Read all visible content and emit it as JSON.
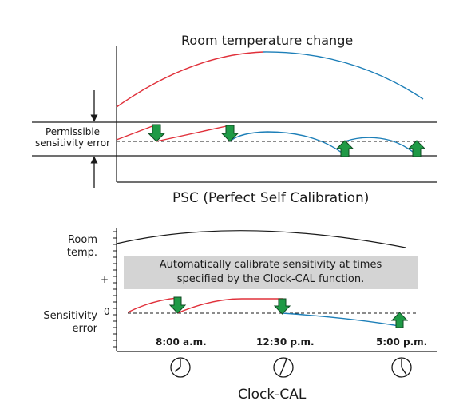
{
  "psc": {
    "title": "Room temperature change",
    "error_label_line1": "Permissible",
    "error_label_line2": "sensitivity error",
    "caption": "PSC (Perfect Self Calibration)"
  },
  "clockcal": {
    "room_label_line1": "Room",
    "room_label_line2": "temp.",
    "banner_line1": "Automatically calibrate sensitivity at times",
    "banner_line2": "specified by the Clock-CAL function.",
    "axis_plus": "+",
    "axis_zero": "0",
    "axis_minus": "–",
    "sens_label_line1": "Sensitivity",
    "sens_label_line2": "error",
    "times": [
      "8:00 a.m.",
      "12:30 p.m.",
      "5:00 p.m."
    ],
    "caption": "Clock-CAL"
  },
  "colors": {
    "rising_curve": "#e0303a",
    "falling_curve": "#1d7fb8",
    "arrow_fill": "#1f9a46",
    "banner_bg": "#d4d4d4",
    "line": "#1a1a1a"
  },
  "icons": [
    "down-arrow-icon",
    "up-arrow-icon",
    "clock-icon"
  ]
}
